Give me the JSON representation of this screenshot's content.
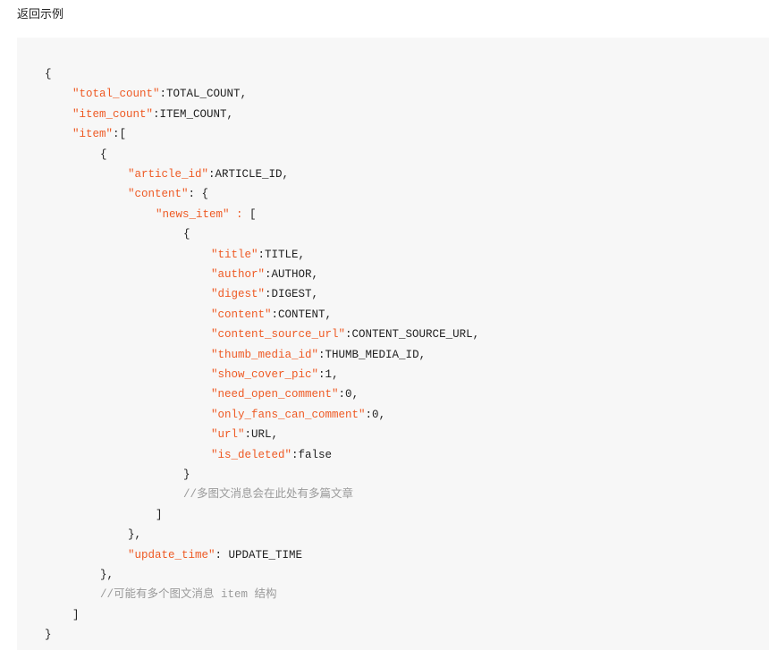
{
  "heading": "返回示例",
  "colors": {
    "key": "#ee5a24",
    "value": "#222222",
    "comment": "#9a9a9a",
    "code_background": "#f7f7f7"
  },
  "code_lines": [
    {
      "indent": 0,
      "tokens": [
        {
          "t": "p",
          "s": "{"
        }
      ]
    },
    {
      "indent": 1,
      "tokens": [
        {
          "t": "k",
          "s": "\"total_count\""
        },
        {
          "t": "p",
          "s": ":"
        },
        {
          "t": "v",
          "s": "TOTAL_COUNT"
        },
        {
          "t": "p",
          "s": ","
        }
      ]
    },
    {
      "indent": 1,
      "tokens": [
        {
          "t": "k",
          "s": "\"item_count\""
        },
        {
          "t": "p",
          "s": ":"
        },
        {
          "t": "v",
          "s": "ITEM_COUNT"
        },
        {
          "t": "p",
          "s": ","
        }
      ]
    },
    {
      "indent": 1,
      "tokens": [
        {
          "t": "k",
          "s": "\"item\""
        },
        {
          "t": "p",
          "s": ":["
        }
      ]
    },
    {
      "indent": 2,
      "tokens": [
        {
          "t": "p",
          "s": "{"
        }
      ]
    },
    {
      "indent": 3,
      "tokens": [
        {
          "t": "k",
          "s": "\"article_id\""
        },
        {
          "t": "p",
          "s": ":"
        },
        {
          "t": "v",
          "s": "ARTICLE_ID"
        },
        {
          "t": "p",
          "s": ","
        }
      ]
    },
    {
      "indent": 3,
      "tokens": [
        {
          "t": "k",
          "s": "\"content\""
        },
        {
          "t": "p",
          "s": ": {"
        }
      ]
    },
    {
      "indent": 4,
      "tokens": [
        {
          "t": "k",
          "s": "\"news_item\" : "
        },
        {
          "t": "p",
          "s": "["
        }
      ]
    },
    {
      "indent": 5,
      "tokens": [
        {
          "t": "p",
          "s": "{"
        }
      ]
    },
    {
      "indent": 6,
      "tokens": [
        {
          "t": "k",
          "s": "\"title\""
        },
        {
          "t": "p",
          "s": ":"
        },
        {
          "t": "v",
          "s": "TITLE"
        },
        {
          "t": "p",
          "s": ","
        }
      ]
    },
    {
      "indent": 6,
      "tokens": [
        {
          "t": "k",
          "s": "\"author\""
        },
        {
          "t": "p",
          "s": ":"
        },
        {
          "t": "v",
          "s": "AUTHOR"
        },
        {
          "t": "p",
          "s": ","
        }
      ]
    },
    {
      "indent": 6,
      "tokens": [
        {
          "t": "k",
          "s": "\"digest\""
        },
        {
          "t": "p",
          "s": ":"
        },
        {
          "t": "v",
          "s": "DIGEST"
        },
        {
          "t": "p",
          "s": ","
        }
      ]
    },
    {
      "indent": 6,
      "tokens": [
        {
          "t": "k",
          "s": "\"content\""
        },
        {
          "t": "p",
          "s": ":"
        },
        {
          "t": "v",
          "s": "CONTENT"
        },
        {
          "t": "p",
          "s": ","
        }
      ]
    },
    {
      "indent": 6,
      "tokens": [
        {
          "t": "k",
          "s": "\"content_source_url\""
        },
        {
          "t": "p",
          "s": ":"
        },
        {
          "t": "v",
          "s": "CONTENT_SOURCE_URL"
        },
        {
          "t": "p",
          "s": ","
        }
      ]
    },
    {
      "indent": 6,
      "tokens": [
        {
          "t": "k",
          "s": "\"thumb_media_id\""
        },
        {
          "t": "p",
          "s": ":"
        },
        {
          "t": "v",
          "s": "THUMB_MEDIA_ID"
        },
        {
          "t": "p",
          "s": ","
        }
      ]
    },
    {
      "indent": 6,
      "tokens": [
        {
          "t": "k",
          "s": "\"show_cover_pic\""
        },
        {
          "t": "p",
          "s": ":"
        },
        {
          "t": "v",
          "s": "1"
        },
        {
          "t": "p",
          "s": ","
        }
      ]
    },
    {
      "indent": 6,
      "tokens": [
        {
          "t": "k",
          "s": "\"need_open_comment\""
        },
        {
          "t": "p",
          "s": ":"
        },
        {
          "t": "v",
          "s": "0"
        },
        {
          "t": "p",
          "s": ","
        }
      ]
    },
    {
      "indent": 6,
      "tokens": [
        {
          "t": "k",
          "s": "\"only_fans_can_comment\""
        },
        {
          "t": "p",
          "s": ":"
        },
        {
          "t": "v",
          "s": "0"
        },
        {
          "t": "p",
          "s": ","
        }
      ]
    },
    {
      "indent": 6,
      "tokens": [
        {
          "t": "k",
          "s": "\"url\""
        },
        {
          "t": "p",
          "s": ":"
        },
        {
          "t": "v",
          "s": "URL"
        },
        {
          "t": "p",
          "s": ","
        }
      ]
    },
    {
      "indent": 6,
      "tokens": [
        {
          "t": "k",
          "s": "\"is_deleted\""
        },
        {
          "t": "p",
          "s": ":"
        },
        {
          "t": "v",
          "s": "false"
        }
      ]
    },
    {
      "indent": 5,
      "tokens": [
        {
          "t": "p",
          "s": "}"
        }
      ]
    },
    {
      "indent": 5,
      "tokens": [
        {
          "t": "c",
          "s": "//多图文消息会在此处有多篇文章"
        }
      ]
    },
    {
      "indent": 4,
      "tokens": [
        {
          "t": "p",
          "s": "]"
        }
      ]
    },
    {
      "indent": 3,
      "tokens": [
        {
          "t": "p",
          "s": "},"
        }
      ]
    },
    {
      "indent": 3,
      "tokens": [
        {
          "t": "k",
          "s": "\"update_time\""
        },
        {
          "t": "p",
          "s": ": "
        },
        {
          "t": "v",
          "s": "UPDATE_TIME"
        }
      ]
    },
    {
      "indent": 2,
      "tokens": [
        {
          "t": "p",
          "s": "},"
        }
      ]
    },
    {
      "indent": 2,
      "tokens": [
        {
          "t": "c",
          "s": "//可能有多个图文消息 item 结构"
        }
      ]
    },
    {
      "indent": 1,
      "tokens": [
        {
          "t": "p",
          "s": "]"
        }
      ]
    },
    {
      "indent": 0,
      "tokens": [
        {
          "t": "p",
          "s": "}"
        }
      ]
    }
  ]
}
